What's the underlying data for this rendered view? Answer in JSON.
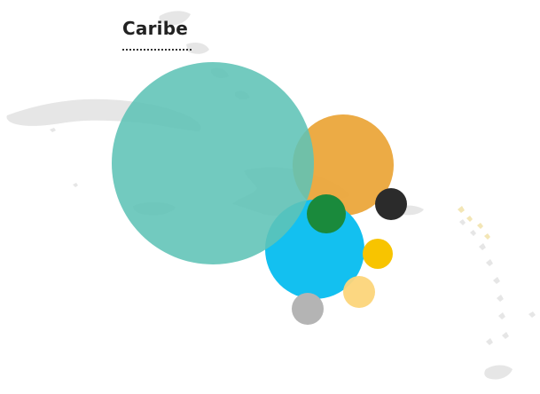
{
  "map": {
    "region_title": "Caribe",
    "basemap_color": "#e6e6e6",
    "minor_islands_color": "#f3e6b6"
  },
  "bubbles": [
    {
      "name": "large-teal-bubble",
      "color": "#5ec3b6",
      "opacity": 0.88
    },
    {
      "name": "orange-bubble",
      "color": "#eba73b",
      "opacity": 0.95
    },
    {
      "name": "blue-bubble",
      "color": "#13c0f0",
      "opacity": 1.0
    },
    {
      "name": "dark-green-overlap-bubble",
      "color": "#1a8a3c",
      "opacity": 1.0
    },
    {
      "name": "dark-gray-bubble",
      "color": "#2b2b2b",
      "opacity": 1.0
    },
    {
      "name": "yellow-bubble",
      "color": "#f8c400",
      "opacity": 1.0
    },
    {
      "name": "light-yellow-bubble",
      "color": "#fcd57a",
      "opacity": 0.95
    },
    {
      "name": "gray-bubble",
      "color": "#b4b4b4",
      "opacity": 1.0
    }
  ]
}
